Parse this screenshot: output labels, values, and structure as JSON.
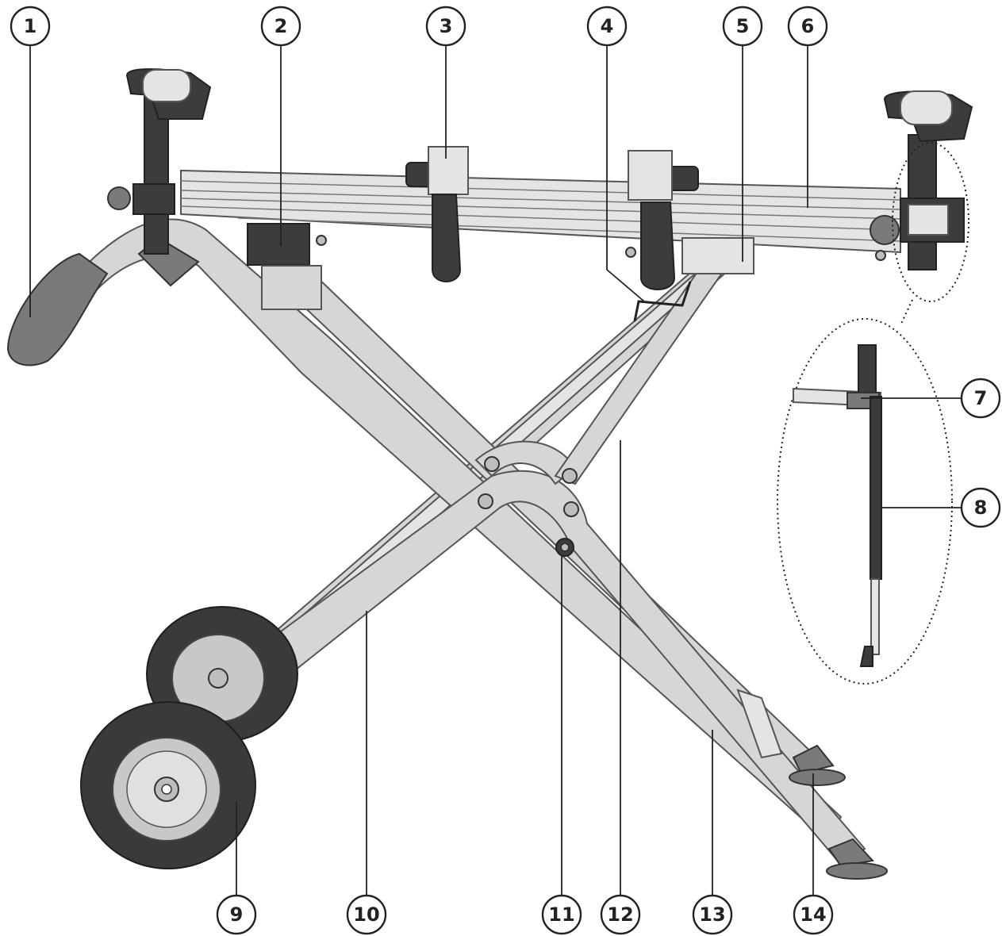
{
  "callouts": [
    {
      "id": "1",
      "label": "1"
    },
    {
      "id": "2",
      "label": "2"
    },
    {
      "id": "3",
      "label": "3"
    },
    {
      "id": "4",
      "label": "4"
    },
    {
      "id": "5",
      "label": "5"
    },
    {
      "id": "6",
      "label": "6"
    },
    {
      "id": "7",
      "label": "7"
    },
    {
      "id": "8",
      "label": "8"
    },
    {
      "id": "9",
      "label": "9"
    },
    {
      "id": "10",
      "label": "10"
    },
    {
      "id": "11",
      "label": "11"
    },
    {
      "id": "12",
      "label": "12"
    },
    {
      "id": "13",
      "label": "13"
    },
    {
      "id": "14",
      "label": "14"
    }
  ],
  "colors": {
    "metal": "#d6d6d6",
    "dark_parts": "#3c3c3c",
    "outline": "#222222",
    "background": "#ffffff"
  }
}
